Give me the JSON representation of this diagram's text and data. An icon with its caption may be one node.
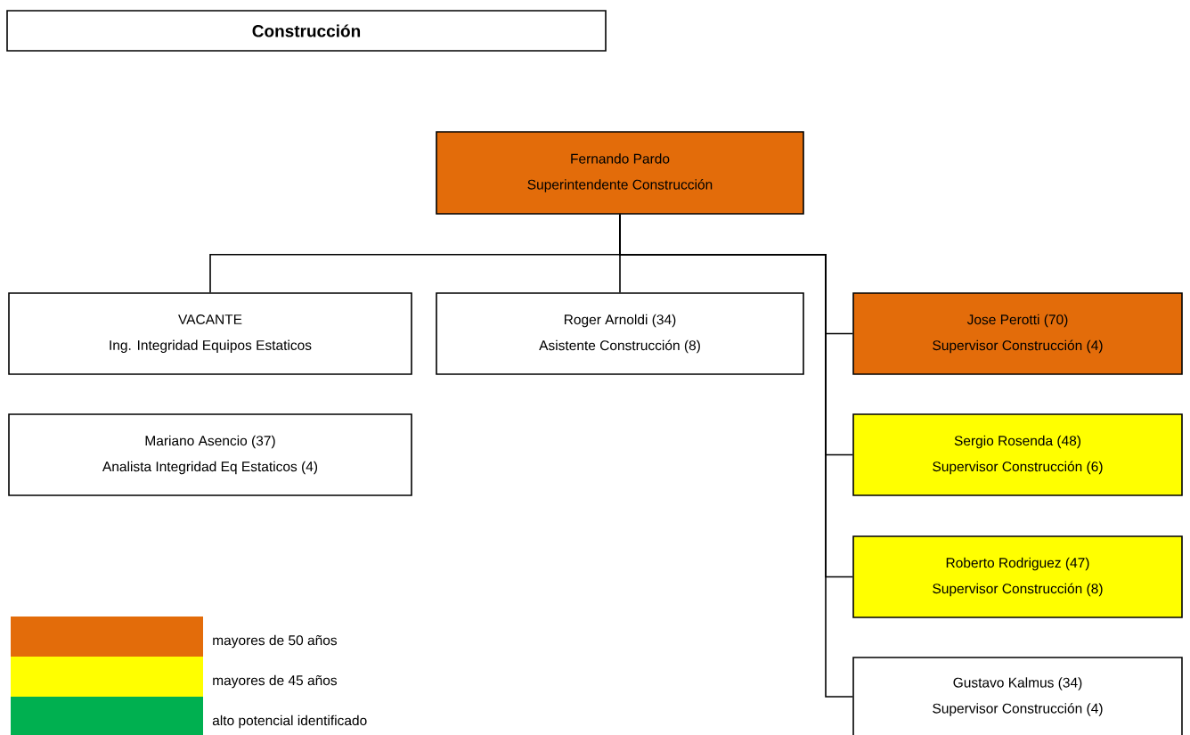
{
  "diagram": {
    "title": "Construcción",
    "nodes": [
      {
        "text": [
          "Fernando Pardo",
          "Superintendente Construcción"
        ]
      },
      {
        "text": [
          "VACANTE",
          "Ing. Integridad Equipos Estaticos"
        ]
      },
      {
        "text": [
          "Roger Arnoldi (34)",
          "Asistente Construcción (8)"
        ]
      },
      {
        "text": [
          "Jose Perotti (70)",
          "Supervisor Construcción (4)"
        ]
      },
      {
        "text": [
          "Sergio Rosenda (48)",
          "Supervisor Construcción (6)"
        ]
      },
      {
        "text": [
          "Roberto Rodriguez (47)",
          "Supervisor Construcción (8)"
        ]
      },
      {
        "text": [
          "Gustavo Kalmus (34)",
          "Supervisor Construcción (4)"
        ]
      },
      {
        "text": [
          "Mariano Asencio (37)",
          "Analista Integridad Eq Estaticos (4)"
        ]
      }
    ],
    "edges": [
      {
        "from": 0,
        "to": 1,
        "arrow": "none"
      },
      {
        "from": 0,
        "to": 2,
        "arrow": "none"
      },
      {
        "from": 0,
        "to": 3,
        "arrow": "none"
      },
      {
        "from": 0,
        "to": 4,
        "arrow": "none"
      },
      {
        "from": 0,
        "to": 5,
        "arrow": "none"
      },
      {
        "from": 0,
        "to": 6,
        "arrow": "none"
      }
    ],
    "legend": [
      {
        "text": "mayores de 50 años",
        "color": "#e36c0a"
      },
      {
        "text": "mayores de 45 años",
        "color": "#ffff00"
      },
      {
        "text": "alto potencial identificado",
        "color": "#00b050"
      }
    ]
  }
}
